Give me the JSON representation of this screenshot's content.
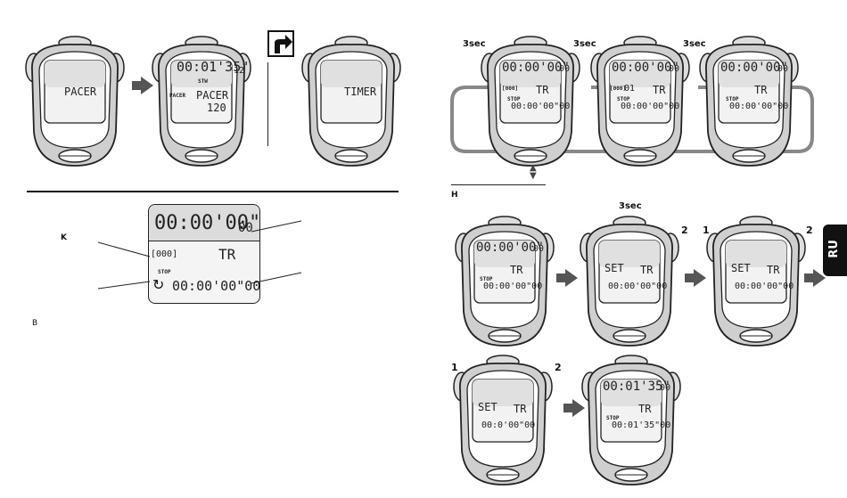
{
  "colors": {
    "ink": "#111111",
    "case": "#cfcfcf",
    "lcd": "#e6e6e6",
    "loop": "#8a8a8a",
    "tab": "#111111"
  },
  "top_row": {
    "w1": {
      "line": "PACER"
    },
    "w2": {
      "line1": "00:01'35\"",
      "line1_small": "12",
      "stw": "STW",
      "pacer_small": "PACER",
      "line2": "PACER",
      "line3": "120"
    },
    "w3": {
      "line": "TIMER"
    }
  },
  "panel": {
    "main": "00:00'00\"",
    "main_small": "00",
    "icon": "[000]",
    "tr": "TR",
    "stop": "STOP",
    "bottom": "00:00'00\"00",
    "label_k": "K",
    "label_b": "B"
  },
  "loop": {
    "three_sec": "3sec",
    "w1": {
      "main": "00:00'00\"",
      "main_small": "00",
      "icon": "[000]",
      "tr": "TR",
      "stop": "STOP",
      "bottom": "00:00'00\"00"
    },
    "w2": {
      "main": "00:00'00\"",
      "main_small": "00",
      "icon": "[000]",
      "num": "01",
      "tr": "TR",
      "stop": "STOP",
      "bottom": "00:00'00\"00"
    },
    "w3": {
      "main": "00:00'00\"",
      "main_small": "00",
      "tr": "TR",
      "stop": "STOP",
      "bottom": "00:00'00\"00"
    }
  },
  "updown_icon": "▲▼",
  "section_h": "H",
  "h_row1": {
    "three_sec": "3sec",
    "w1": {
      "main": "00:00'00\"",
      "main_small": "00",
      "tr": "TR",
      "stop": "STOP",
      "bottom": "00:00'00\"00"
    },
    "w2": {
      "set": "SET",
      "tr": "TR",
      "bottom": "00:00'00\"00",
      "num_right": "2"
    },
    "w3": {
      "set": "SET",
      "tr": "TR",
      "bottom": "00:00'00\"00",
      "num_left": "1",
      "num_right": "2"
    }
  },
  "h_row2": {
    "w1": {
      "set": "SET",
      "tr": "TR",
      "bottom": "00:0'00\"00",
      "num_left": "1",
      "num_right": "2"
    },
    "w2": {
      "main": "00:01'35\"",
      "main_small": "00",
      "tr": "TR",
      "stop": "STOP",
      "bottom": "00:01'35\"00"
    }
  },
  "tab_label": "RU"
}
